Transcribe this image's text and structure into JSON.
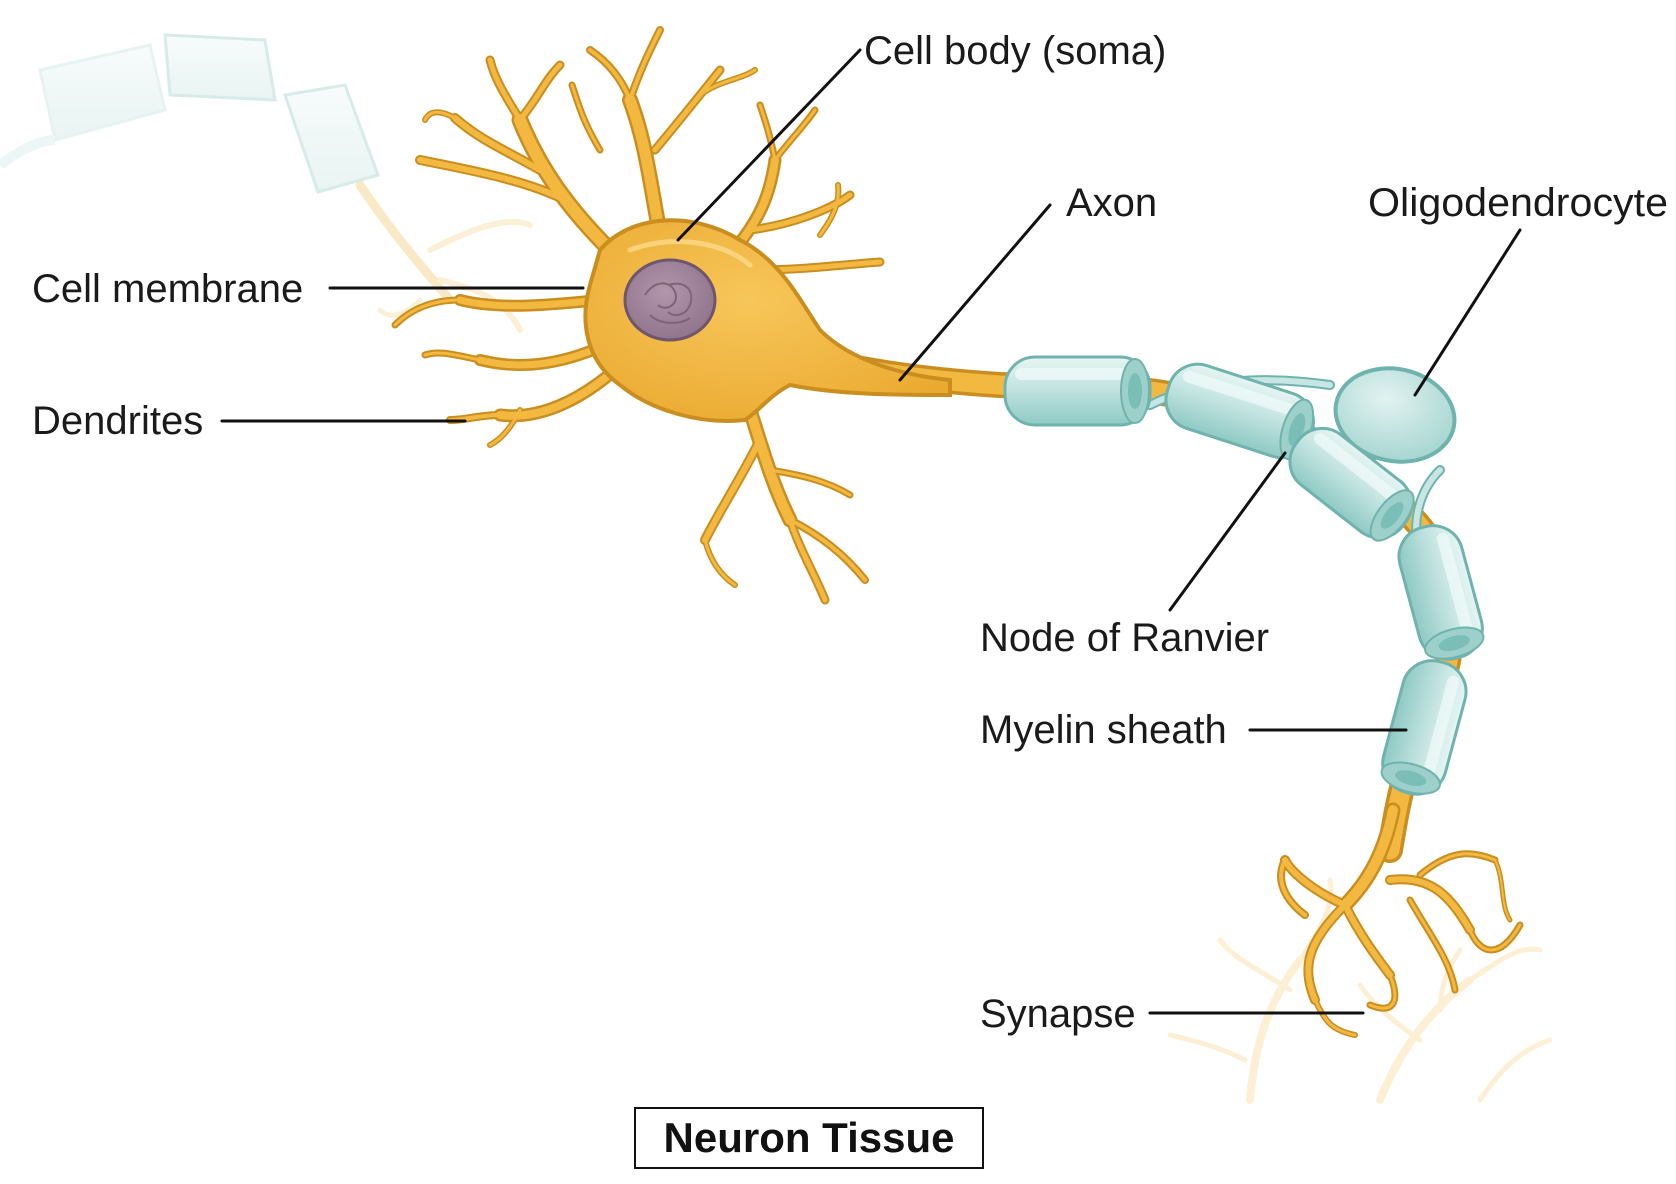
{
  "labels": {
    "cell_body": "Cell body (soma)",
    "axon": "Axon",
    "oligodendrocyte": "Oligodendrocyte",
    "cell_membrane": "Cell membrane",
    "dendrites": "Dendrites",
    "node_of_ranvier": "Node of Ranvier",
    "myelin_sheath": "Myelin sheath",
    "synapse": "Synapse"
  },
  "caption": "Neuron Tissue",
  "colors": {
    "neuron_fill": "#f0b640",
    "neuron_edge": "#c98e1f",
    "neuron_highlight": "#fbd98a",
    "nucleus_fill": "#9b7e97",
    "nucleus_edge": "#6f566d",
    "myelin_fill": "#bfe2df",
    "myelin_edge": "#6fb3ae",
    "myelin_highlight": "#e8f6f4",
    "faded_dendrite": "#fde9c2",
    "leader_line": "#111111"
  }
}
